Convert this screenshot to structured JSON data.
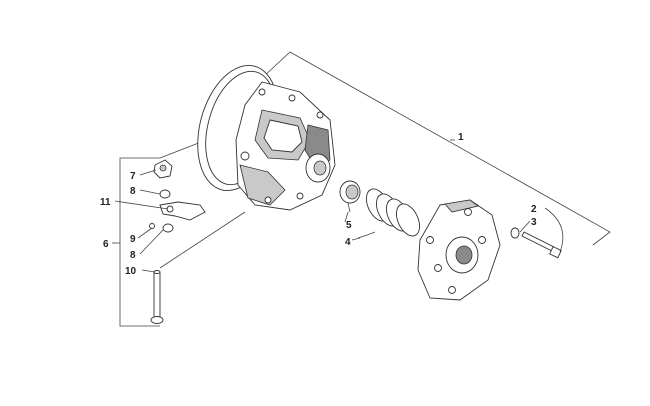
{
  "callouts": {
    "c1": "1",
    "c2": "2",
    "c3": "3",
    "c4": "4",
    "c5": "5",
    "c6": "6",
    "c7": "7",
    "c8a": "8",
    "c8b": "8",
    "c9": "9",
    "c10": "10",
    "c11": "11"
  },
  "colors": {
    "line": "#444444",
    "shade": "#c9c9c9",
    "dark": "#8a8a8a"
  }
}
